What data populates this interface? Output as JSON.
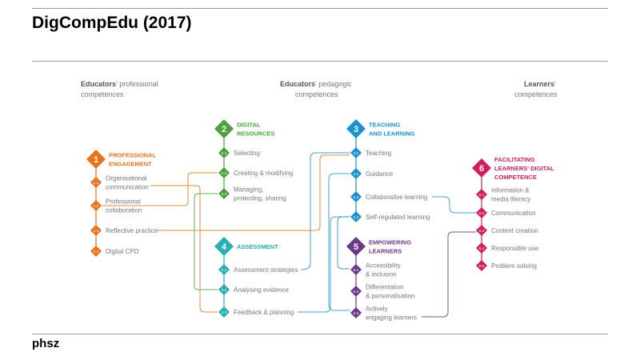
{
  "title": "DigCompEdu (2017)",
  "footer": "phsz",
  "colors": {
    "orange": "#e8731a",
    "green": "#4ea33f",
    "blue": "#1b91cf",
    "teal": "#27b0b4",
    "purple": "#6b3a8e",
    "magenta": "#cf1f5e",
    "gray_text": "#777777",
    "dark_text": "#555555"
  },
  "headers": {
    "educators_professional": {
      "bold": "Educators",
      "rest1": "' professional",
      "line2": "competences"
    },
    "educators_pedagogic": {
      "bold": "Educators",
      "rest1": "' pedagogic",
      "line2": "competences"
    },
    "learners": {
      "bold": "Learners",
      "rest1": "'",
      "line2": "competences"
    }
  },
  "areas": [
    {
      "number": "1",
      "title": [
        "PROFESSIONAL",
        "ENGAGEMENT"
      ],
      "color": "orange",
      "items": [
        {
          "code": "1.1",
          "label": [
            "Organisational",
            "communication"
          ]
        },
        {
          "code": "1.2",
          "label": [
            "Professional",
            "collaboration"
          ]
        },
        {
          "code": "1.3",
          "label": [
            "Reflective practice"
          ]
        },
        {
          "code": "1.4",
          "label": [
            "Digital CPD"
          ]
        }
      ]
    },
    {
      "number": "2",
      "title": [
        "DIGITAL",
        "RESOURCES"
      ],
      "color": "green",
      "items": [
        {
          "code": "2.1",
          "label": [
            "Selecting"
          ]
        },
        {
          "code": "2.2",
          "label": [
            "Creating & modifying"
          ]
        },
        {
          "code": "2.3",
          "label": [
            "Managing,",
            "protecting, sharing"
          ]
        }
      ]
    },
    {
      "number": "3",
      "title": [
        "TEACHING",
        "AND LEARNING"
      ],
      "color": "blue",
      "items": [
        {
          "code": "3.1",
          "label": [
            "Teaching"
          ]
        },
        {
          "code": "3.2",
          "label": [
            "Guidance"
          ]
        },
        {
          "code": "3.3",
          "label": [
            "Collaborative learning"
          ]
        },
        {
          "code": "3.4",
          "label": [
            "Self-regulated learning"
          ]
        }
      ]
    },
    {
      "number": "4",
      "title": [
        "ASSESSMENT"
      ],
      "color": "teal",
      "items": [
        {
          "code": "4.1",
          "label": [
            "Assessment strategies"
          ]
        },
        {
          "code": "4.2",
          "label": [
            "Analysing evidence"
          ]
        },
        {
          "code": "4.3",
          "label": [
            "Feedback & planning"
          ]
        }
      ]
    },
    {
      "number": "5",
      "title": [
        "EMPOWERING",
        "LEARNERS"
      ],
      "color": "purple",
      "items": [
        {
          "code": "5.1",
          "label": [
            "Accessibility",
            "& inclusion"
          ]
        },
        {
          "code": "5.2",
          "label": [
            "Differentation",
            "& personalisation"
          ]
        },
        {
          "code": "5.3",
          "label": [
            "Actively",
            "engaging learners"
          ]
        }
      ]
    },
    {
      "number": "6",
      "title": [
        "FACILITATING",
        "LEARNERS' DIGITAL",
        "COMPETENCE"
      ],
      "color": "magenta",
      "items": [
        {
          "code": "6.1",
          "label": [
            "Information &",
            "media literacy"
          ]
        },
        {
          "code": "6.2",
          "label": [
            "Communication"
          ]
        },
        {
          "code": "6.3",
          "label": [
            "Content creation"
          ]
        },
        {
          "code": "6.4",
          "label": [
            "Responsible use"
          ]
        },
        {
          "code": "6.5",
          "label": [
            "Problem solving"
          ]
        }
      ]
    }
  ]
}
